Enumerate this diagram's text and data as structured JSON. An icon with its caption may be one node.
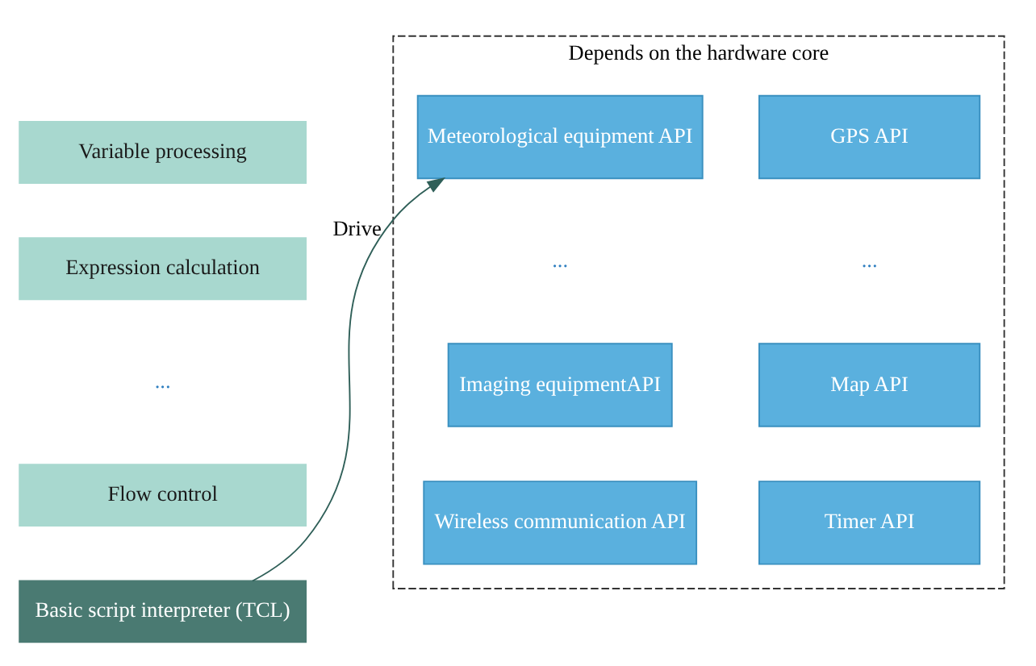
{
  "diagram": {
    "nodes": [
      {
        "text": [
          "Variable processing"
        ]
      },
      {
        "text": [
          "Expression calculation"
        ]
      },
      {
        "text": [
          "Flow control"
        ]
      },
      {
        "text": [
          "Basic script interpreter (TCL)"
        ]
      },
      {
        "text": [
          "Depends on the hardware core"
        ]
      },
      {
        "text": [
          "Wireless communication API"
        ],
        "in": 4
      },
      {
        "text": [
          "Timer API"
        ],
        "in": 4
      },
      {
        "text": [
          "Imaging equipmentAPI"
        ],
        "in": 4
      },
      {
        "text": [
          "Map API"
        ],
        "in": 4
      },
      {
        "text": [
          "Meteorological equipment API"
        ],
        "in": 4
      },
      {
        "text": [
          "GPS API"
        ],
        "in": 4
      }
    ],
    "edges": [
      {
        "from": 3,
        "to": 9,
        "arrow": "to",
        "label": "Drive"
      }
    ],
    "labels": [
      "...",
      "...",
      "..."
    ]
  }
}
